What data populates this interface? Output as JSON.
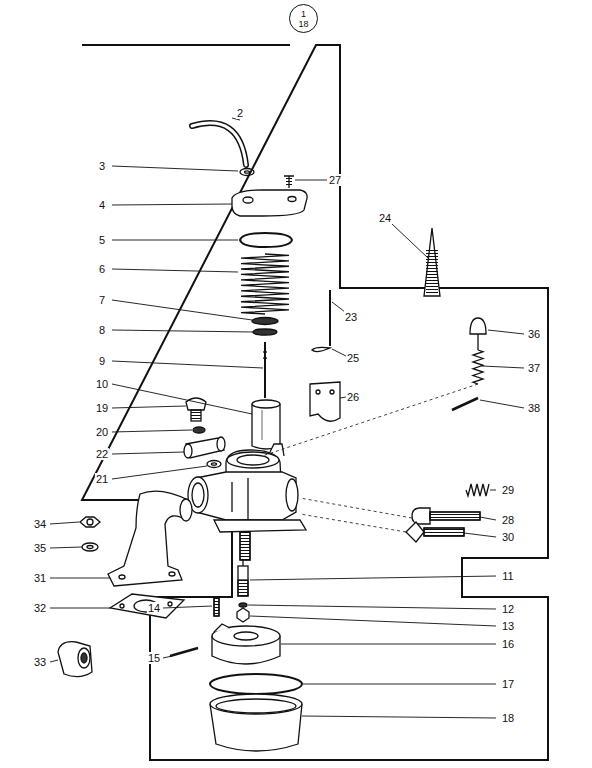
{
  "diagram": {
    "nodes": [
      {
        "text": [
          "1 18"
        ]
      }
    ],
    "labels": [
      "2",
      "3",
      "27",
      "4",
      "5",
      "6",
      "24",
      "23",
      "36",
      "7",
      "8",
      "25",
      "37",
      "9",
      "26",
      "38",
      "10",
      "19",
      "20",
      "22",
      "21",
      "29",
      "28",
      "30",
      "34",
      "35",
      "31",
      "11",
      "32",
      "14",
      "12",
      "13",
      "15",
      "16",
      "33",
      "17",
      "18"
    ]
  }
}
